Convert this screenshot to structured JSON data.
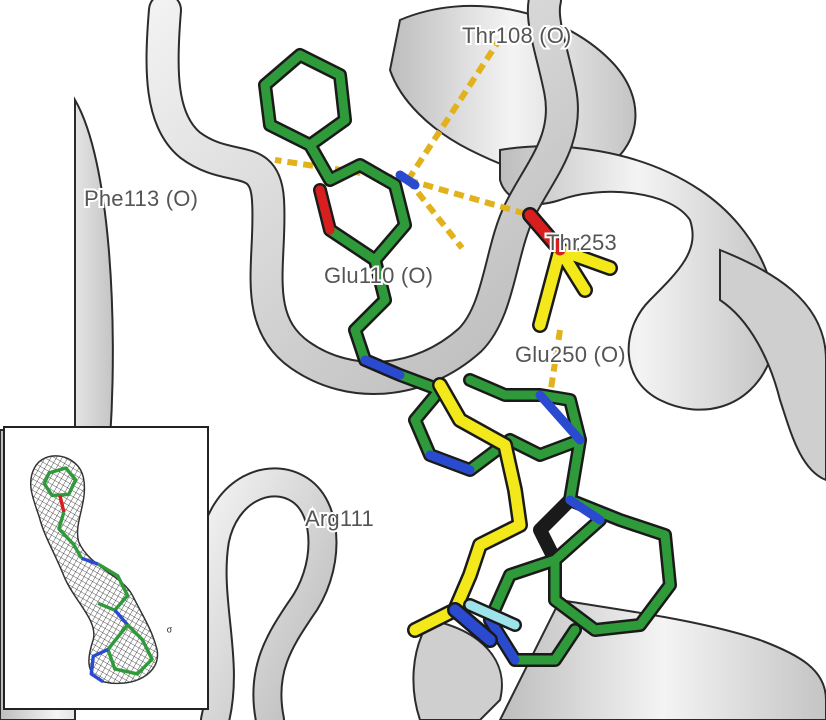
{
  "figure": {
    "labels": {
      "thr108": "Thr108 (O)",
      "phe113": "Phe113 (O)",
      "glu110": "Glu110 (O)",
      "thr253": "Thr253",
      "glu250": "Glu250 (O)",
      "arg111": "Arg111"
    },
    "inset_label": "σ"
  },
  "colors": {
    "ribbon": "#d4d4d4",
    "ribbon_edge": "#2b2b2b",
    "carbon_green": "#2f9a3a",
    "carbon_yellow": "#f2e81a",
    "nitrogen": "#2a4bcf",
    "oxygen": "#d81e1e",
    "fluorine": "#9ee3ea",
    "hbond": "#e2b21c"
  }
}
